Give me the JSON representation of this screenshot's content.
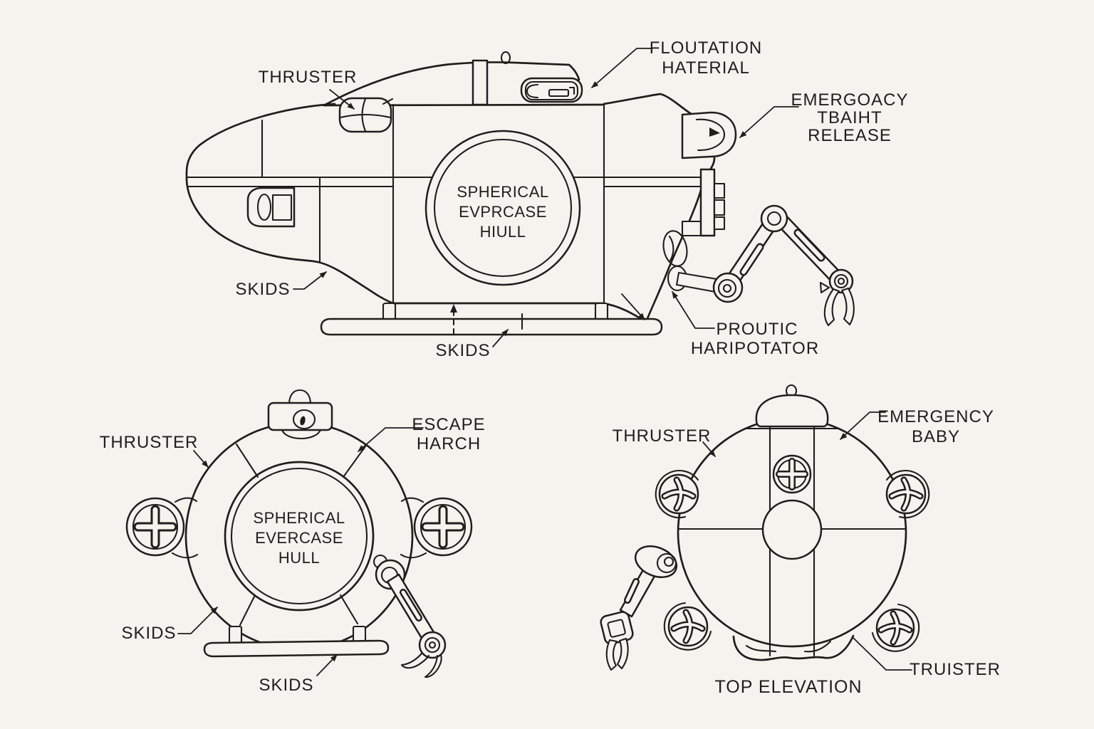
{
  "colors": {
    "background": "#f5f3ee",
    "ink": "#1f1e1c"
  },
  "views": {
    "side": {
      "labels": {
        "thruster": "THRUSTER",
        "floatation": [
          "FLOUTATION",
          "HATERIAL"
        ],
        "emergency_release": [
          "EMERGOACY",
          "TBAIHT",
          "RELEASE"
        ],
        "hull": [
          "SPHERICAL",
          "EVPRCASE",
          "HIULL"
        ],
        "skids_side": "SKIDS",
        "skids_bottom": "SKIDS",
        "manipulator": [
          "PROUTIC",
          "HARIPOTATOR"
        ]
      }
    },
    "front": {
      "labels": {
        "thruster": "THRUSTER",
        "escape_hatch": [
          "ESCAPE",
          "HARCH"
        ],
        "hull": [
          "SPHERICAL",
          "EVERCASE",
          "HULL"
        ],
        "skids_side": "SKIDS",
        "skids_bottom": "SKIDS"
      }
    },
    "top": {
      "caption": "TOP ELEVATION",
      "labels": {
        "thruster": "THRUSTER",
        "emergency": [
          "EMERGENCY",
          "BABY"
        ],
        "thruster_lower": "TRUISTER"
      }
    }
  }
}
